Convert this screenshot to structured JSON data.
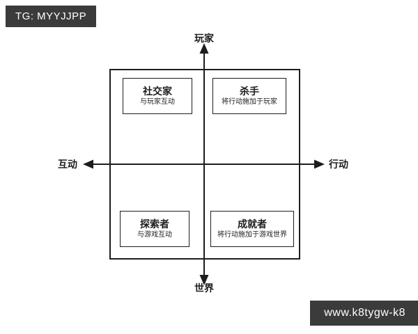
{
  "watermarks": {
    "top": "TG: MYYJJPP",
    "bottom": "www.k8tygw-k8"
  },
  "axes": {
    "top": "玩家",
    "bottom": "世界",
    "left": "互动",
    "right": "行动"
  },
  "quadrants": [
    {
      "id": "socializer",
      "title": "社交家",
      "subtitle": "与玩家互动"
    },
    {
      "id": "killer",
      "title": "杀手",
      "subtitle": "将行动施加于玩家"
    },
    {
      "id": "explorer",
      "title": "探索者",
      "subtitle": "与游戏互动"
    },
    {
      "id": "achiever",
      "title": "成就者",
      "subtitle": "将行动施加于游戏世界"
    }
  ],
  "colors": {
    "background": "#ffffff",
    "badge_background": "#3b3b3b",
    "badge_text": "#ffffff",
    "line": "#1d1d1d"
  }
}
